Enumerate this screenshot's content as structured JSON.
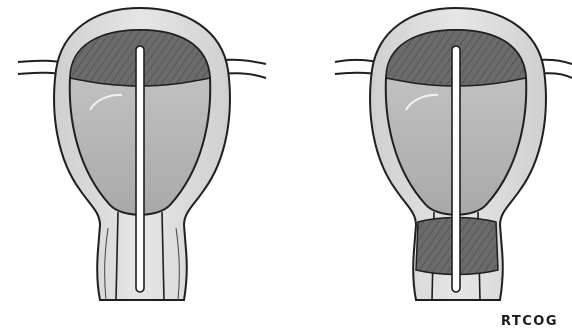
{
  "figure": {
    "panels": [
      {
        "name": "left-uterus",
        "cervix_band": false
      },
      {
        "name": "right-uterus",
        "cervix_band": true
      }
    ],
    "colors": {
      "outline": "#1f1f1f",
      "wall": "#d9d9d9",
      "fundus_dark": "#6f6f6f",
      "cavity": "#bdbdbd",
      "probe": "#ffffff",
      "band": "#8a8a8a"
    }
  },
  "credit": {
    "text": "RTCOG"
  }
}
